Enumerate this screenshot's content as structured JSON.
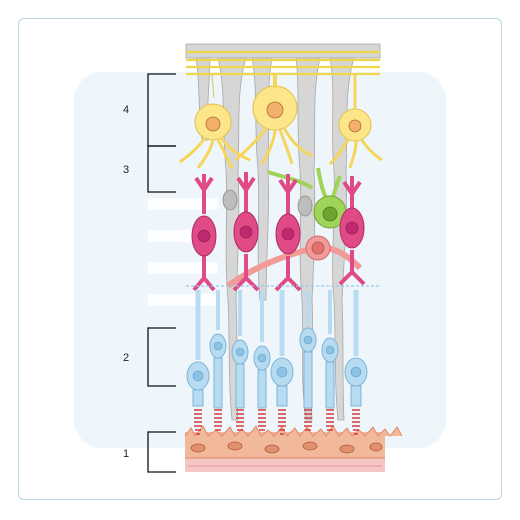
{
  "colors": {
    "frame_border": "#b9d6e3",
    "backdrop": "#eef6fb",
    "muller_glia": "#d6d6d6",
    "ganglion_cell": "#fde68a",
    "nerve_fiber": "#f7e36a",
    "bipolar_cell": "#e04a86",
    "amacrine_cell": "#9fd45a",
    "horizontal_cell": "#f19a98",
    "photoreceptor": "#b7dbf0",
    "pigment_epithelium": "#f2b89a",
    "bruchs_membrane": "#f4c6c6"
  },
  "layers": [
    {
      "label": "4"
    },
    {
      "label": "3"
    },
    {
      "label": "2"
    },
    {
      "label": "1"
    }
  ],
  "icons": [
    "bracket-icon",
    "nucleus-icon"
  ]
}
